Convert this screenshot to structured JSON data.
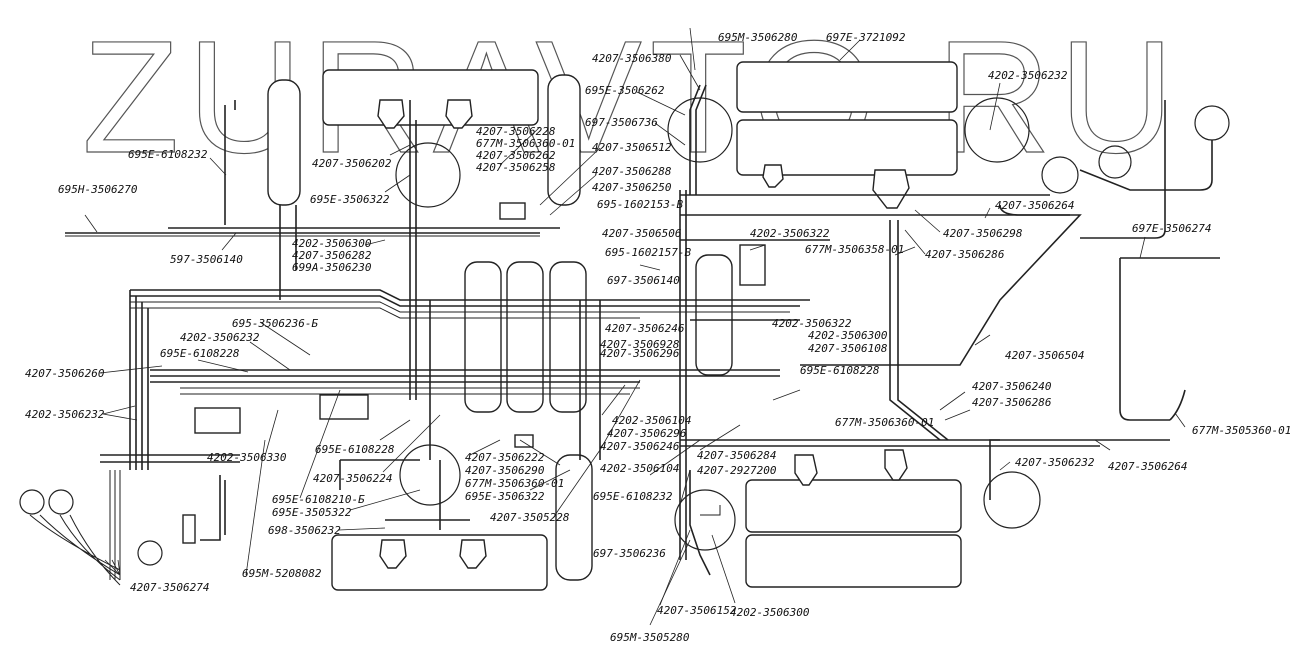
{
  "watermark": "ZURAVTO.RU",
  "diagram": {
    "type": "pneumatic brake system piping diagram",
    "labels": [
      {
        "id": "l1",
        "text": "695E-6108232"
      },
      {
        "id": "l2",
        "text": "695H-3506270"
      },
      {
        "id": "l3",
        "text": "597-3506140"
      },
      {
        "id": "l4",
        "text": "4207-3506202"
      },
      {
        "id": "l5",
        "text": "695E-3506322"
      },
      {
        "id": "l6",
        "text": "4202-3506300"
      },
      {
        "id": "l7",
        "text": "4207-3506282"
      },
      {
        "id": "l8",
        "text": "699A-3506230"
      },
      {
        "id": "l9",
        "text": "4207-3506228"
      },
      {
        "id": "l10",
        "text": "677M-3506360-01"
      },
      {
        "id": "l11",
        "text": "4207-3506262"
      },
      {
        "id": "l12",
        "text": "4207-3506258"
      },
      {
        "id": "l13",
        "text": "4207-3506380"
      },
      {
        "id": "l14",
        "text": "695M-3506280"
      },
      {
        "id": "l15",
        "text": "695E-3506262"
      },
      {
        "id": "l16",
        "text": "697-3506736"
      },
      {
        "id": "l17",
        "text": "4207-3506512"
      },
      {
        "id": "l18",
        "text": "4207-3506288"
      },
      {
        "id": "l19",
        "text": "4207-3506250"
      },
      {
        "id": "l20",
        "text": "695-1602153-B"
      },
      {
        "id": "l21",
        "text": "4207-3506506"
      },
      {
        "id": "l22",
        "text": "695-1602157-B"
      },
      {
        "id": "l23",
        "text": "697-3506140"
      },
      {
        "id": "l24",
        "text": "697E-3721092"
      },
      {
        "id": "l25",
        "text": "4202-3506232"
      },
      {
        "id": "l26",
        "text": "4207-3506264"
      },
      {
        "id": "l27",
        "text": "4207-3506298"
      },
      {
        "id": "l28",
        "text": "4207-3506286"
      },
      {
        "id": "l29",
        "text": "697E-3506274"
      },
      {
        "id": "l30",
        "text": "4202-3506322"
      },
      {
        "id": "l31",
        "text": "677M-3506358-01"
      },
      {
        "id": "l32",
        "text": "4207-3506246"
      },
      {
        "id": "l33",
        "text": "4202-3506322"
      },
      {
        "id": "l34",
        "text": "4202-3506300"
      },
      {
        "id": "l35",
        "text": "4207-3506108"
      },
      {
        "id": "l36",
        "text": "4207-3506928"
      },
      {
        "id": "l37",
        "text": "4207-3506296"
      },
      {
        "id": "l38",
        "text": "4207-3506504"
      },
      {
        "id": "l39",
        "text": "695E-6108228"
      },
      {
        "id": "l40",
        "text": "4207-3506240"
      },
      {
        "id": "l41",
        "text": "4207-3506286"
      },
      {
        "id": "l42",
        "text": "677M-3506360-01"
      },
      {
        "id": "l43",
        "text": "677M-3505360-01"
      },
      {
        "id": "l44",
        "text": "4207-3506264"
      },
      {
        "id": "l45",
        "text": "4207-3506232"
      },
      {
        "id": "l46",
        "text": "695-3506236-Б"
      },
      {
        "id": "l47",
        "text": "4202-3506232"
      },
      {
        "id": "l48",
        "text": "695E-6108228"
      },
      {
        "id": "l49",
        "text": "4207-3506260"
      },
      {
        "id": "l50",
        "text": "4202-3506232"
      },
      {
        "id": "l51",
        "text": "4202-3506330"
      },
      {
        "id": "l52",
        "text": "695E-6108228"
      },
      {
        "id": "l53",
        "text": "4207-3506224"
      },
      {
        "id": "l54",
        "text": "695E-6108210-Б"
      },
      {
        "id": "l55",
        "text": "695E-3505322"
      },
      {
        "id": "l56",
        "text": "698-3506232"
      },
      {
        "id": "l57",
        "text": "695M-5208082"
      },
      {
        "id": "l58",
        "text": "4207-3506274"
      },
      {
        "id": "l59",
        "text": "4207-3506222"
      },
      {
        "id": "l60",
        "text": "4207-3506290"
      },
      {
        "id": "l61",
        "text": "677M-3506360-01"
      },
      {
        "id": "l62",
        "text": "695E-3506322"
      },
      {
        "id": "l63",
        "text": "4207-3505228"
      },
      {
        "id": "l64",
        "text": "4202-3506104"
      },
      {
        "id": "l65",
        "text": "4207-3506296"
      },
      {
        "id": "l66",
        "text": "4207-3506246"
      },
      {
        "id": "l67",
        "text": "4202-3506104"
      },
      {
        "id": "l68",
        "text": "695E-6108232"
      },
      {
        "id": "l69",
        "text": "4207-3506284"
      },
      {
        "id": "l70",
        "text": "4207-2927200"
      },
      {
        "id": "l71",
        "text": "697-3506236"
      },
      {
        "id": "l72",
        "text": "4207-3506152"
      },
      {
        "id": "l73",
        "text": "4202-3506300"
      },
      {
        "id": "l74",
        "text": "695M-3505280"
      }
    ]
  }
}
